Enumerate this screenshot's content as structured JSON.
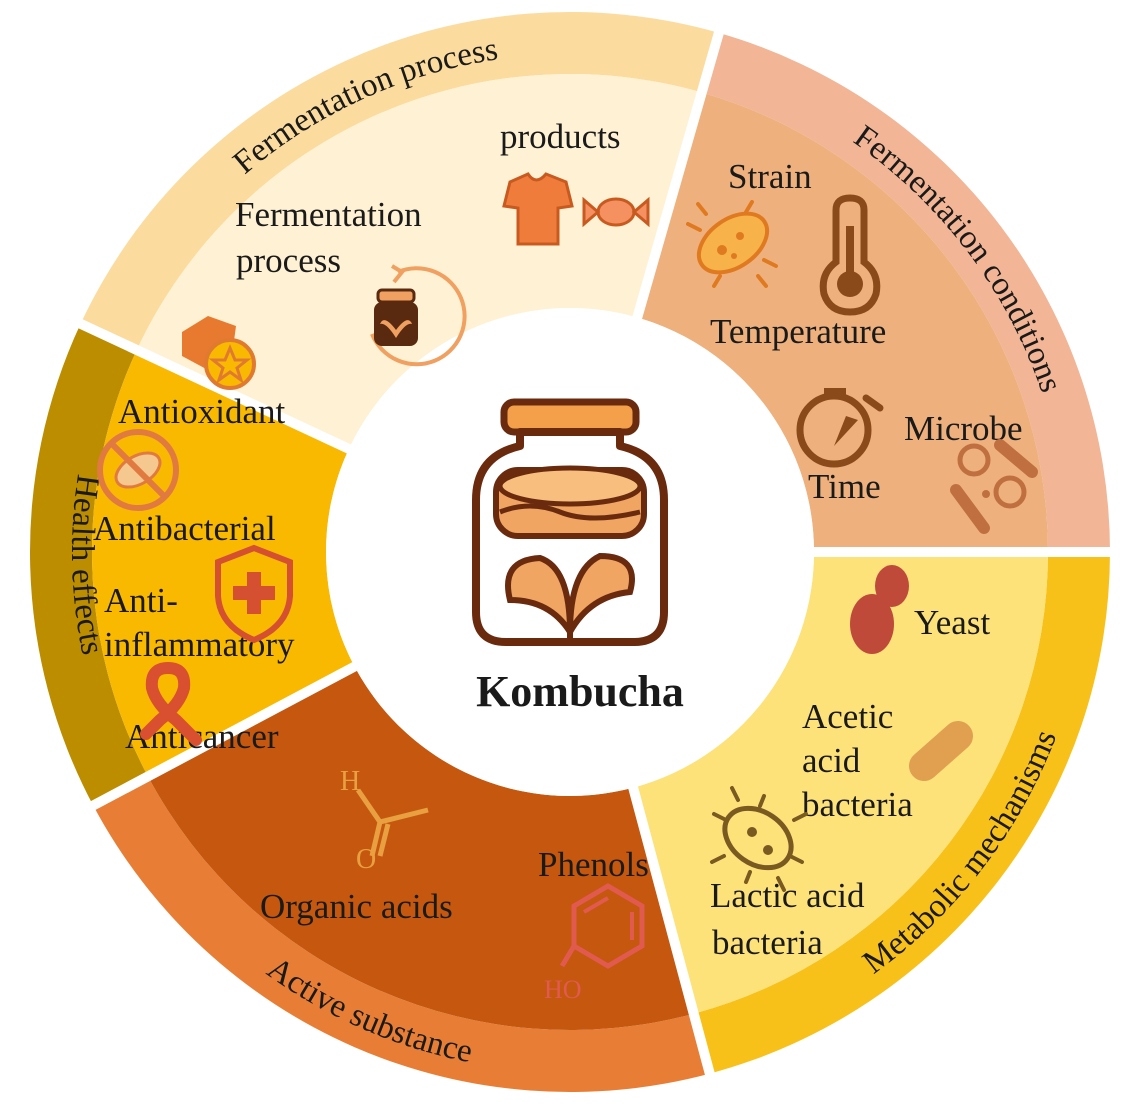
{
  "center": {
    "title": "Kombucha"
  },
  "segments": {
    "fermentation_process": {
      "ring_label": "Fermentation process",
      "label_lines": [
        "Fermentation",
        "process"
      ],
      "products_label": "products"
    },
    "fermentation_conditions": {
      "ring_label": "Fermentation conditions",
      "strain": "Strain",
      "temperature": "Temperature",
      "time": "Time",
      "microbe": "Microbe"
    },
    "metabolic_mechanisms": {
      "ring_label": "Metabolic mechanisms",
      "yeast": "Yeast",
      "acetic_lines": [
        "Acetic",
        "acid",
        "bacteria"
      ],
      "lactic_lines": [
        "Lactic acid",
        "bacteria"
      ]
    },
    "active_substance": {
      "ring_label": "Active substance",
      "organic_acids": "Organic acids",
      "phenols": "Phenols",
      "phenol_group": "HO",
      "aldehyde_h": "H",
      "aldehyde_o": "O"
    },
    "health_effects": {
      "ring_label": "Health effects",
      "antioxidant": "Antioxidant",
      "antibacterial": "Antibacterial",
      "anti_lines": [
        "Anti-",
        "inflammatory"
      ],
      "anticancer": "Anticancer"
    }
  },
  "colors": {
    "process_outer": "#fbdc9e",
    "process_inner": "#fff1d3",
    "conditions_outer": "#f2b596",
    "conditions_inner": "#eeb17e",
    "metabolic_outer": "#f8c11a",
    "metabolic_inner": "#fde27a",
    "active_outer": "#e87e35",
    "active_inner": "#c5570f",
    "health_outer": "#bd8d00",
    "health_inner": "#f8b900",
    "icon_brown": "#7a3a14",
    "icon_orange": "#f07c3c",
    "icon_red": "#d45030"
  },
  "icons": [
    "jar-icon",
    "tshirt-icon",
    "candy-icon",
    "fermentation-jar-icon",
    "bacteria-icon",
    "thermometer-icon",
    "stopwatch-icon",
    "microbe-icon",
    "yeast-icon",
    "rod-bacteria-icon",
    "lactic-bacteria-icon",
    "aldehyde-icon",
    "phenol-icon",
    "antioxidant-icon",
    "no-bacteria-icon",
    "shield-cross-icon",
    "ribbon-icon"
  ]
}
